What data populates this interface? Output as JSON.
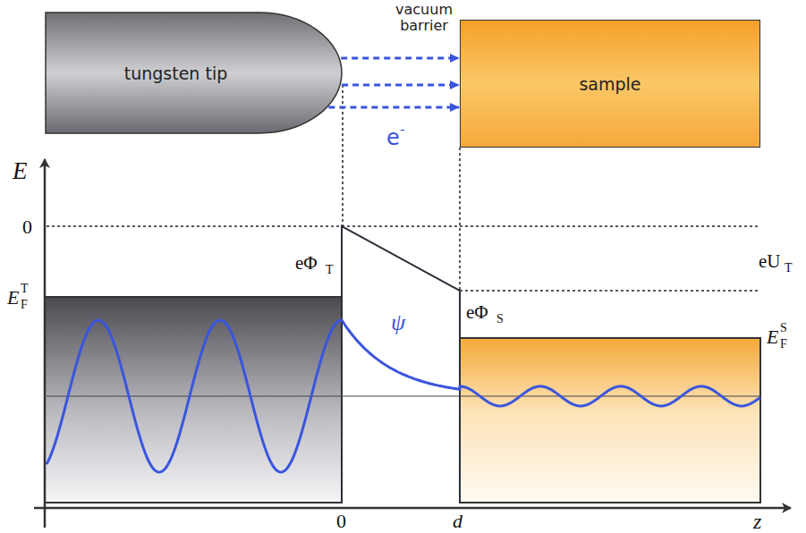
{
  "diagram": {
    "nodes": [
      {
        "text": [
          "tungsten tip"
        ]
      },
      {
        "text": [
          "sample"
        ]
      }
    ],
    "edges": [
      {
        "from": 0,
        "to": 1,
        "arrow": "to"
      },
      {
        "from": 0,
        "to": 1,
        "arrow": "to"
      },
      {
        "from": 0,
        "to": 1,
        "arrow": "to"
      }
    ],
    "labels": [
      "vacuum barrier",
      "e",
      "-",
      "E",
      "0",
      "eΦ",
      "T",
      "E",
      "F",
      "T",
      "eU",
      "T",
      "ψ",
      "eΦ",
      "S",
      "E",
      "F",
      "S",
      "0",
      "d",
      "z"
    ]
  }
}
